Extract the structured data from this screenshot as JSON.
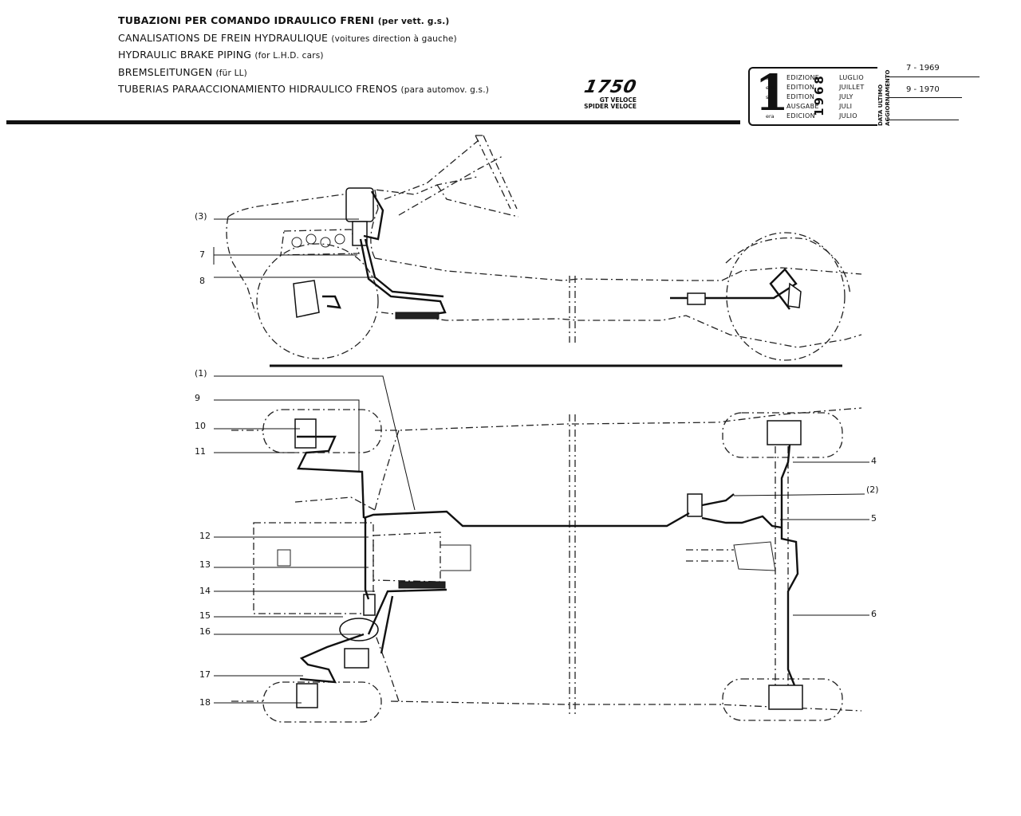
{
  "header": {
    "title_lines": [
      {
        "main": "TUBAZIONI PER COMANDO IDRAULICO FRENI",
        "note": "(per vett. g.s.)"
      },
      {
        "main": "CANALISATIONS DE FREIN  HYDRAULIQUE",
        "note": "(voitures direction à gauche)"
      },
      {
        "main": "HYDRAULIC BRAKE PIPING",
        "note": "(for L.H.D. cars)"
      },
      {
        "main": "BREMSLEITUNGEN",
        "note": "(für LL)"
      },
      {
        "main": "TUBERIAS PARAACCIONAMIENTO HIDRAULICO FRENOS",
        "note": "(para automov. g.s.)"
      }
    ],
    "model_number": "1750",
    "model_variants": [
      "GT VELOCE",
      "SPIDER VELOCE"
    ]
  },
  "edition": {
    "number": "1",
    "suffixes": [
      "a",
      "ere",
      "st",
      ".",
      "era"
    ],
    "labels": [
      "EDIZIONE",
      "EDITION",
      "EDITION",
      "AUSGABE",
      "EDICION"
    ],
    "year": "1968",
    "months": [
      "LUGLIO",
      "JUILLET",
      "JULY",
      "JULI",
      "JULIO"
    ],
    "update_label_1": "DATA ULTIMO",
    "update_label_2": "AGGIORNAMENTO",
    "updates": [
      "7 - 1969",
      "9 - 1970",
      ""
    ]
  },
  "callouts": {
    "side": [
      "(3)",
      "7",
      "8"
    ],
    "plan_left": [
      "(1)",
      "9",
      "10",
      "11",
      "12",
      "13",
      "14",
      "15",
      "16",
      "17",
      "18"
    ],
    "plan_right": [
      "4",
      "(2)",
      "5",
      "6"
    ]
  }
}
